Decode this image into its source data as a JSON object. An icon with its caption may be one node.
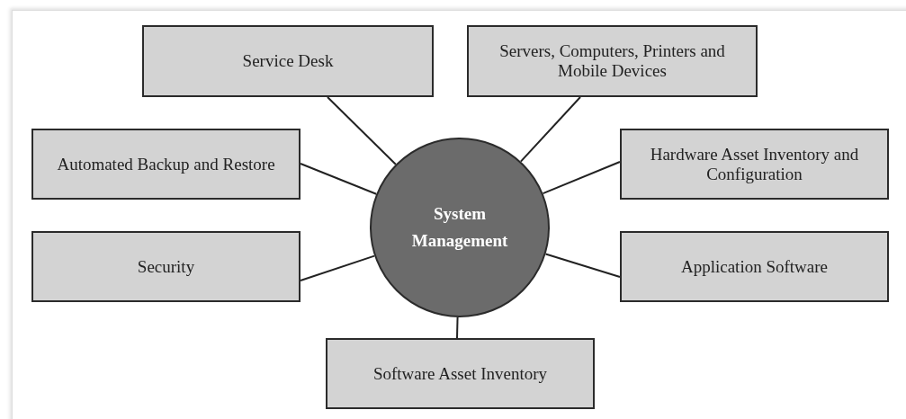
{
  "diagram": {
    "nodes": [
      {
        "text": [
          "System Management"
        ]
      },
      {
        "text": [
          "Service Desk"
        ]
      },
      {
        "text": [
          "Servers, Computers, Printers and Mobile Devices"
        ]
      },
      {
        "text": [
          "Automated Backup and Restore"
        ]
      },
      {
        "text": [
          "Hardware Asset Inventory and Configuration"
        ]
      },
      {
        "text": [
          "Security"
        ]
      },
      {
        "text": [
          "Application Software"
        ]
      },
      {
        "text": [
          "Software Asset Inventory"
        ]
      }
    ],
    "edges": [
      {
        "from": 0,
        "to": 1,
        "arrow": "none"
      },
      {
        "from": 0,
        "to": 2,
        "arrow": "none"
      },
      {
        "from": 0,
        "to": 3,
        "arrow": "none"
      },
      {
        "from": 0,
        "to": 4,
        "arrow": "none"
      },
      {
        "from": 0,
        "to": 5,
        "arrow": "none"
      },
      {
        "from": 0,
        "to": 6,
        "arrow": "none"
      },
      {
        "from": 0,
        "to": 7,
        "arrow": "none"
      }
    ]
  }
}
